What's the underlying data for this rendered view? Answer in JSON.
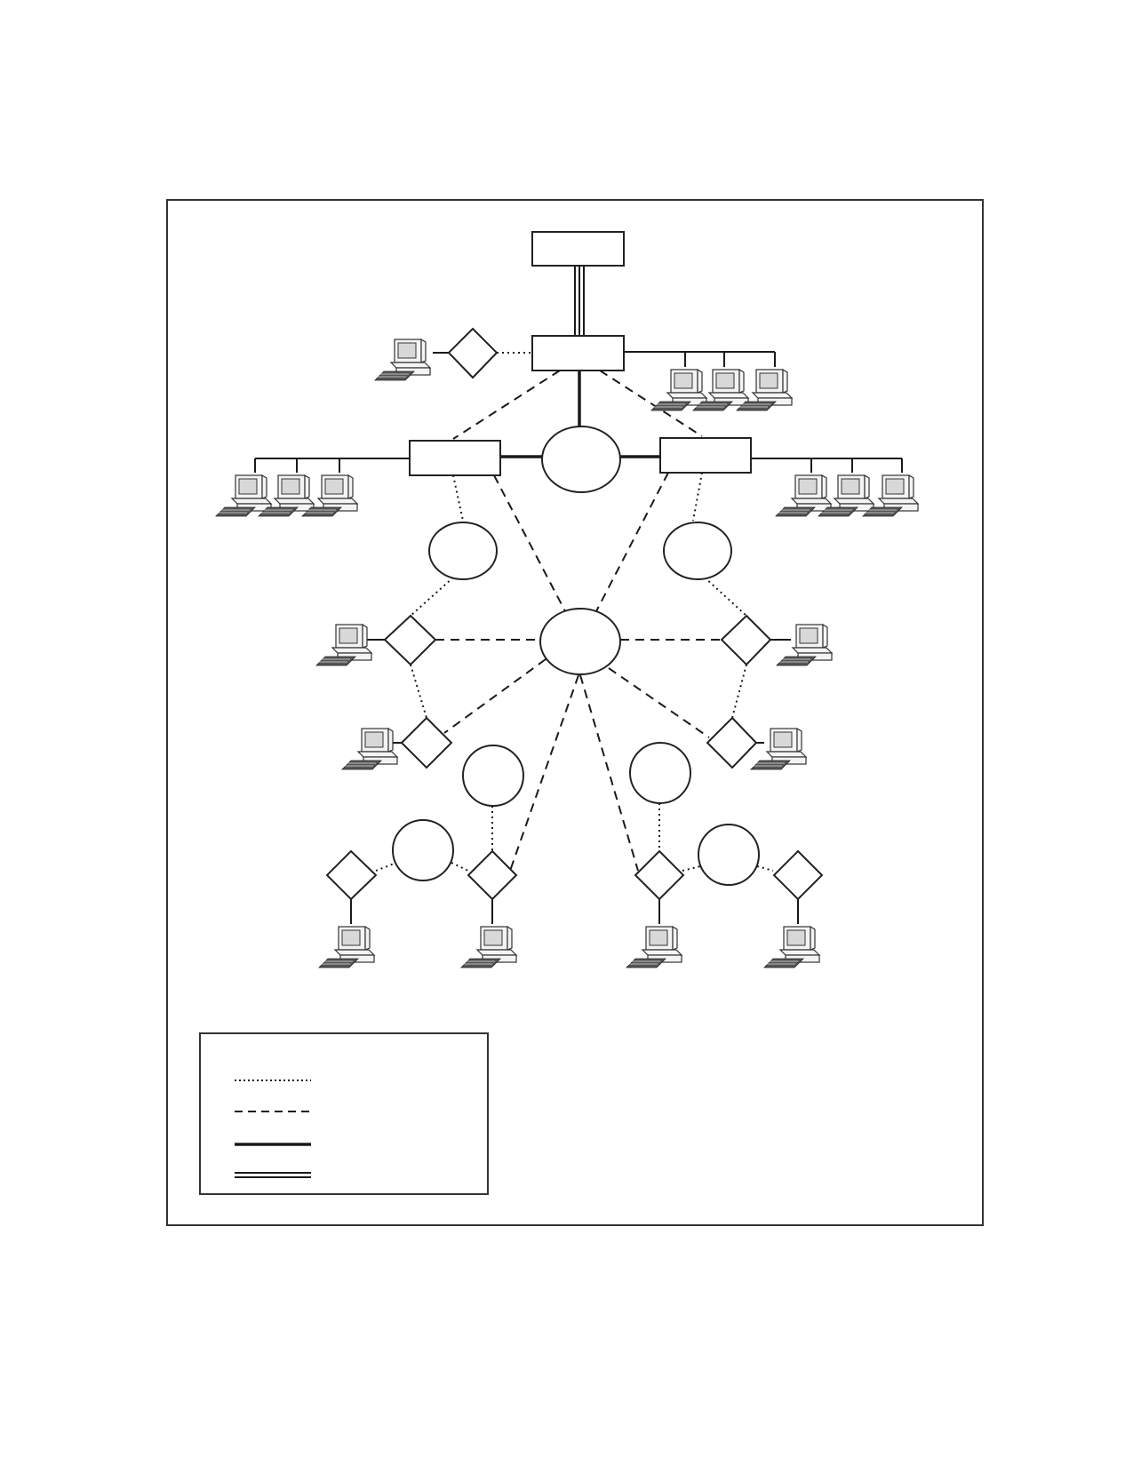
{
  "diagram": {
    "nodes": [
      {
        "id": "top-box",
        "shape": "rect"
      },
      {
        "id": "upper-box",
        "shape": "rect"
      },
      {
        "id": "left-box",
        "shape": "rect"
      },
      {
        "id": "right-box",
        "shape": "rect"
      },
      {
        "id": "hub-upper",
        "shape": "ellipse"
      },
      {
        "id": "hub-center",
        "shape": "ellipse"
      },
      {
        "id": "ellipse-left",
        "shape": "ellipse"
      },
      {
        "id": "ellipse-right",
        "shape": "ellipse"
      },
      {
        "id": "circle-low-left-a",
        "shape": "circle"
      },
      {
        "id": "circle-low-left-b",
        "shape": "circle"
      },
      {
        "id": "circle-low-right-a",
        "shape": "circle"
      },
      {
        "id": "circle-low-right-b",
        "shape": "circle"
      },
      {
        "id": "diamond-top",
        "shape": "diamond"
      },
      {
        "id": "diamond-mid-left",
        "shape": "diamond"
      },
      {
        "id": "diamond-mid-right",
        "shape": "diamond"
      },
      {
        "id": "diamond-low-left",
        "shape": "diamond"
      },
      {
        "id": "diamond-low-right",
        "shape": "diamond"
      },
      {
        "id": "diamond-bottom-1",
        "shape": "diamond"
      },
      {
        "id": "diamond-bottom-2",
        "shape": "diamond"
      },
      {
        "id": "diamond-bottom-3",
        "shape": "diamond"
      },
      {
        "id": "diamond-bottom-4",
        "shape": "diamond"
      }
    ],
    "legend": {
      "entries": [
        {
          "style": "dotted",
          "label": ""
        },
        {
          "style": "dashed",
          "label": ""
        },
        {
          "style": "thick",
          "label": ""
        },
        {
          "style": "double",
          "label": ""
        }
      ]
    },
    "icons": {
      "workstation": "desktop-computer-icon"
    }
  }
}
